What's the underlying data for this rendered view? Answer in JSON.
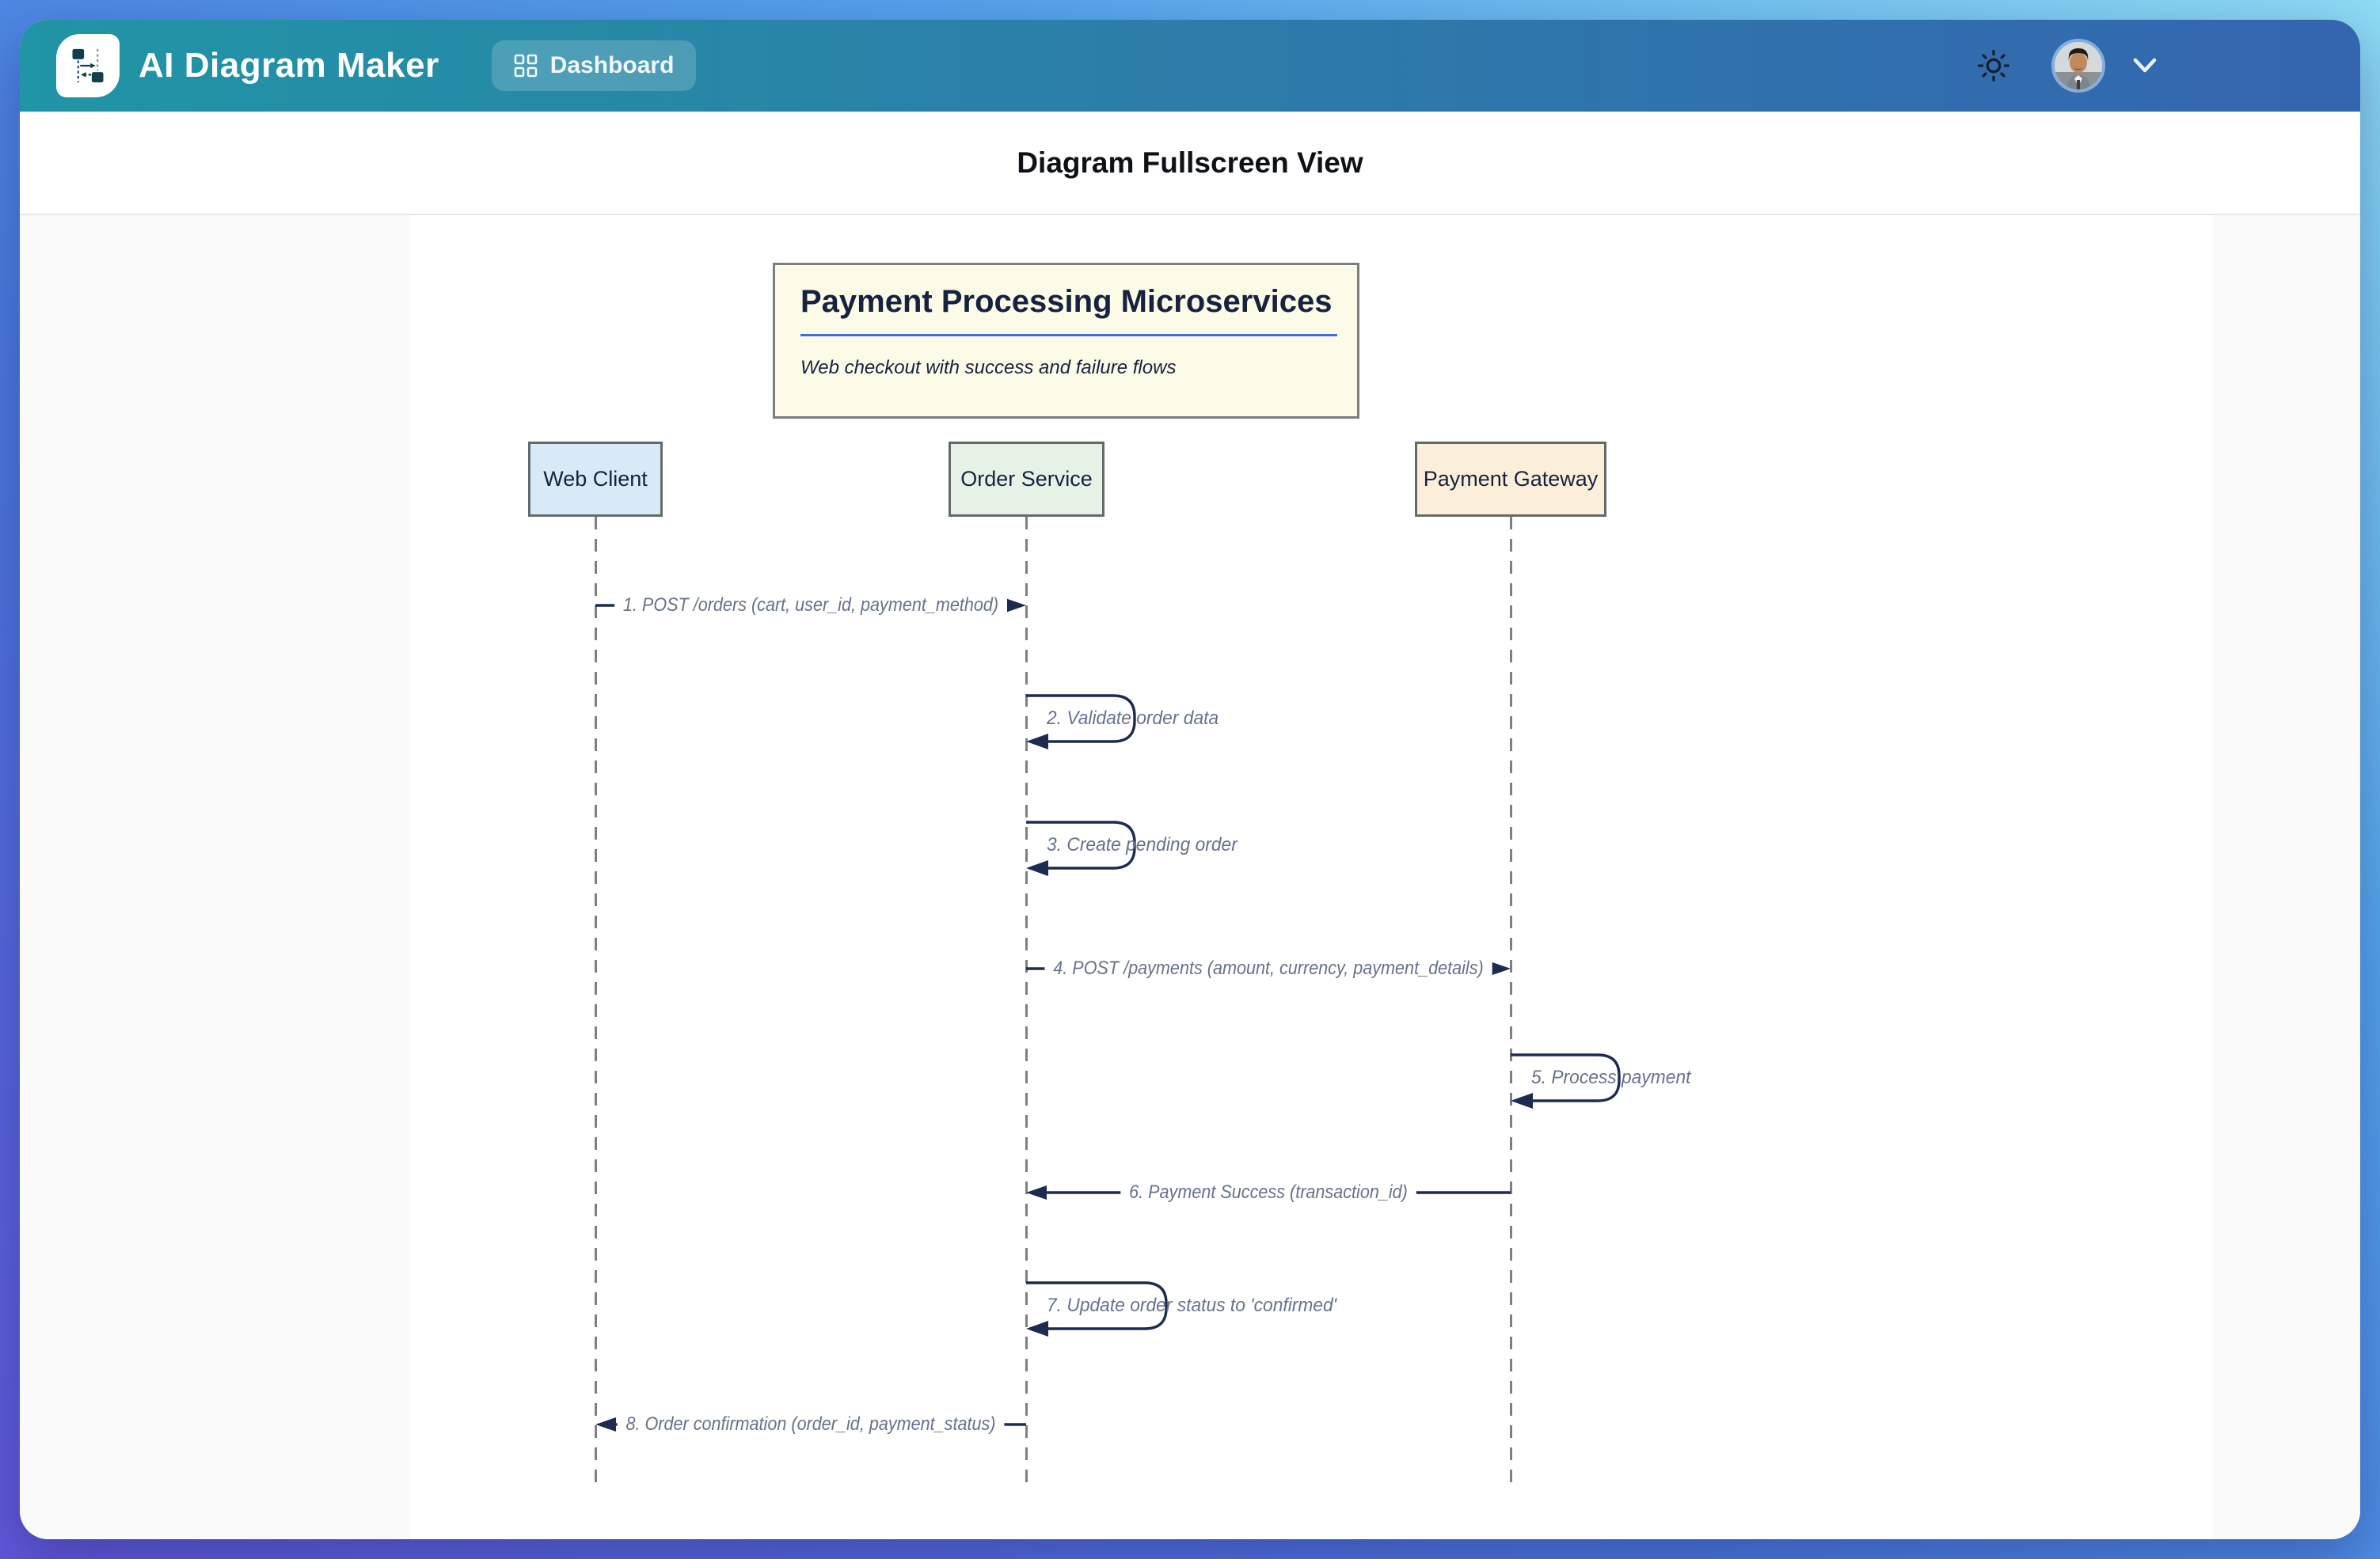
{
  "app": {
    "title": "AI Diagram Maker",
    "nav": {
      "dashboard_label": "Dashboard"
    }
  },
  "page": {
    "title": "Diagram Fullscreen View"
  },
  "diagram": {
    "title": "Payment Processing Microservices",
    "subtitle": "Web checkout with success and failure flows",
    "actors": [
      {
        "name": "Web Client",
        "color": "#d8eaf7"
      },
      {
        "name": "Order Service",
        "color": "#e5f2e5"
      },
      {
        "name": "Payment Gateway",
        "color": "#fcefda"
      }
    ],
    "messages": [
      {
        "seq": 1,
        "from": "Web Client",
        "to": "Order Service",
        "type": "arrow-right",
        "label": "1. POST /orders (cart, user_id, payment_method)"
      },
      {
        "seq": 2,
        "from": "Order Service",
        "to": "Order Service",
        "type": "self",
        "label": "2. Validate order data"
      },
      {
        "seq": 3,
        "from": "Order Service",
        "to": "Order Service",
        "type": "self",
        "label": "3. Create pending order"
      },
      {
        "seq": 4,
        "from": "Order Service",
        "to": "Payment Gateway",
        "type": "arrow-right",
        "label": "4. POST /payments (amount, currency, payment_details)"
      },
      {
        "seq": 5,
        "from": "Payment Gateway",
        "to": "Payment Gateway",
        "type": "self",
        "label": "5. Process payment"
      },
      {
        "seq": 6,
        "from": "Payment Gateway",
        "to": "Order Service",
        "type": "arrow-left",
        "label": "6. Payment Success (transaction_id)"
      },
      {
        "seq": 7,
        "from": "Order Service",
        "to": "Order Service",
        "type": "self",
        "label": "7. Update order status to 'confirmed'"
      },
      {
        "seq": 8,
        "from": "Order Service",
        "to": "Web Client",
        "type": "arrow-left",
        "label": "8. Order confirmation (order_id, payment_status)"
      }
    ]
  },
  "icons": [
    "app-logo-icon",
    "grid-icon",
    "sun-icon",
    "chevron-down-icon",
    "avatar"
  ],
  "colors": {
    "header_gradient_start": "#2095a5",
    "header_gradient_end": "#3465b0",
    "page_bg_top_right": "#8fdcf4",
    "page_bg_bottom": "#6157d9",
    "arrow_line": "#1d2b50",
    "message_text": "#67718c",
    "lifeline": "#7f7f7f",
    "actor_web_client_bg": "#d8eaf7",
    "actor_order_service_bg": "#e5f2e5",
    "actor_payment_gateway_bg": "#fcefda",
    "title_box_bg": "#fbfbe7",
    "title_box_rule": "#3d6be0"
  }
}
